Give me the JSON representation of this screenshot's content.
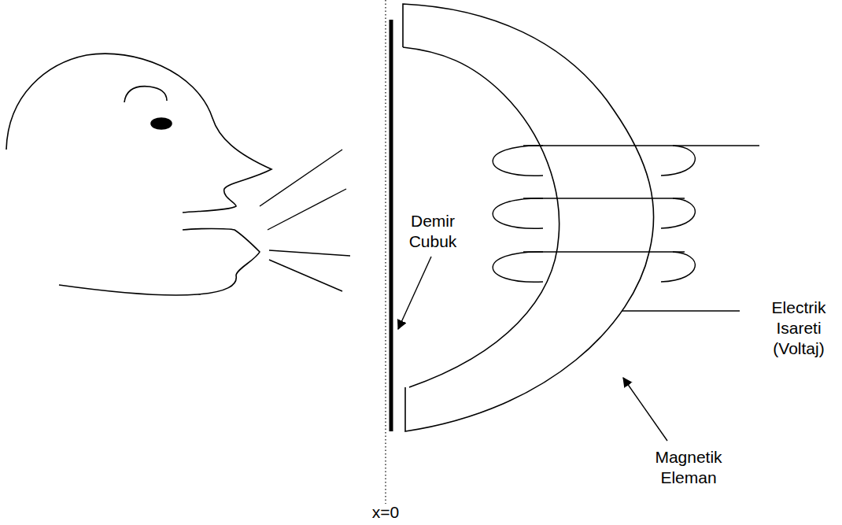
{
  "diagram": {
    "labels": [
      "Demir Cubuk",
      "Electrik Isareti (Voltaj)",
      "Magnetik Eleman",
      "x=0"
    ]
  }
}
